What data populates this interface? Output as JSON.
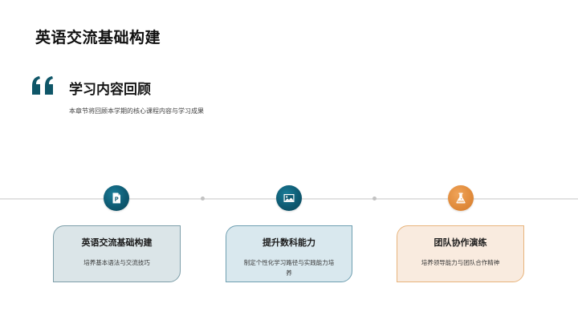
{
  "slide": {
    "title": "英语交流基础构建"
  },
  "section": {
    "quote_icon": "quote-open-icon",
    "title": "学习内容回顾",
    "description": "本章节将回顾本学期的核心课程内容与学习成果"
  },
  "colors": {
    "teal": "#0e5a72",
    "orange": "#e08a3a",
    "quote": "#0f5668",
    "timeline": "#e2e2e2"
  },
  "timeline": {
    "nodes": [
      {
        "icon": "document-p-icon",
        "color": "teal",
        "card": {
          "title": "英语交流基础构建",
          "description": "培养基本语法与交流技巧"
        }
      },
      {
        "icon": "image-icon",
        "color": "teal",
        "card": {
          "title": "提升数科能力",
          "description": "制定个性化学习路径与实践能力培养"
        }
      },
      {
        "icon": "flask-icon",
        "color": "orange",
        "card": {
          "title": "团队协作演练",
          "description": "培养领导能力与团队合作精神"
        }
      }
    ]
  }
}
